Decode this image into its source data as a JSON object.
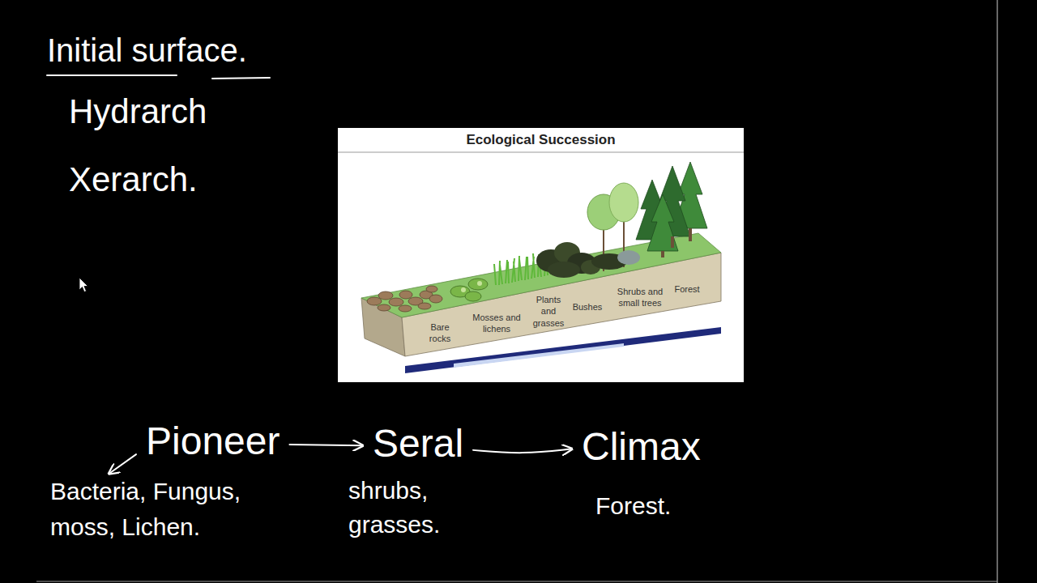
{
  "diagram": {
    "title": "Ecological Succession",
    "nodes": [
      {
        "text": [
          "Pioneer"
        ]
      },
      {
        "text": [
          "Seral"
        ]
      },
      {
        "text": [
          "Climax"
        ]
      },
      {
        "text": [
          "Bacteria, Fungus, moss, Lichen."
        ]
      }
    ],
    "edges": [
      {
        "from": 0,
        "to": 1,
        "arrow": "to"
      },
      {
        "from": 1,
        "to": 2,
        "arrow": "to"
      },
      {
        "from": 0,
        "to": 3,
        "arrow": "to"
      }
    ],
    "labels": [
      "Initial surface.",
      "Hydrarch",
      "Xerarch.",
      "Bare rocks",
      "Mosses and lichens",
      "Plants and grasses",
      "Bushes",
      "Shrubs and small trees",
      "Forest",
      "shrubs, grasses.",
      "Forest."
    ]
  }
}
